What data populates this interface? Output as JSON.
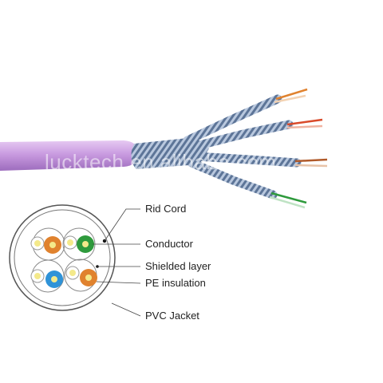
{
  "watermark": "lucktech.en.alibaba.com",
  "labels": {
    "rid_cord": "Rid Cord",
    "conductor": "Conductor",
    "shielded_layer": "Shielded layer",
    "pe_insulation": "PE insulation",
    "pvc_jacket": "PVC Jacket"
  },
  "colors": {
    "jacket": "#c99be0",
    "jacket_dark": "#a877c6",
    "shield": "#6f86a8",
    "pair_orange": "#e0822e",
    "pair_green": "#2e9a3c",
    "pair_blue": "#2f93d8",
    "pair_brown": "#b05a2a",
    "conductor_white": "#f4f2c8"
  }
}
